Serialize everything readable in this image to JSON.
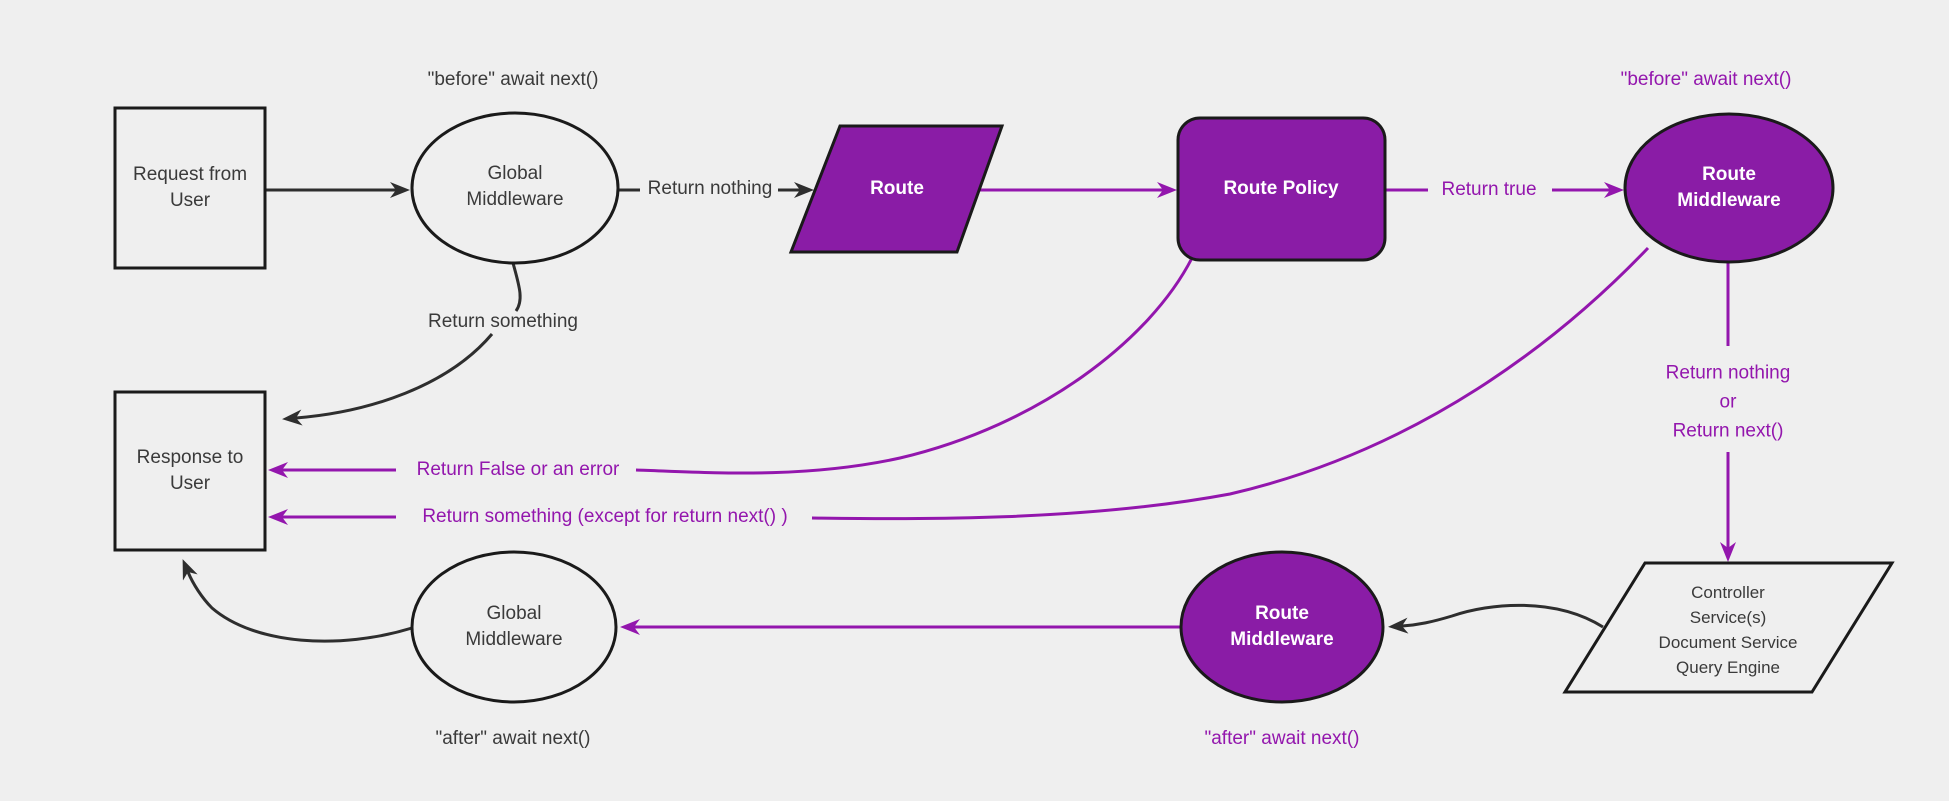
{
  "title": "Middleware request flow diagram",
  "colors": {
    "bg": "#efefef",
    "purple_fill": "#8a1ca6",
    "purple_ink": "#9316ad",
    "ink": "#3a3a3a",
    "edge_black": "#2e2e2e",
    "node_border": "#1a1a1a",
    "node_fill": "#efefef",
    "white": "#ffffff"
  },
  "nodes": {
    "request": {
      "label": "Request from User"
    },
    "global_middleware_top": {
      "label": "Global Middleware"
    },
    "route": {
      "label": "Route"
    },
    "route_policy": {
      "label": "Route Policy"
    },
    "route_middleware_top": {
      "label": "Route Middleware"
    },
    "controller": {
      "lines": [
        "Controller",
        "Service(s)",
        "Document Service",
        "Query Engine"
      ]
    },
    "route_middleware_bottom": {
      "label": "Route Middleware"
    },
    "global_middleware_bottom": {
      "label": "Global Middleware"
    },
    "response": {
      "label": "Response to User"
    }
  },
  "edge_labels": {
    "before_global": "\"before\" await next()",
    "before_route_middleware": "\"before\" await next()",
    "return_nothing": "Return nothing",
    "return_true": "Return true",
    "return_something": "Return something",
    "return_false_or_error": "Return False or an error",
    "return_something_except": "Return something (except for return next() )",
    "return_nothing_or": {
      "lines": [
        "Return nothing",
        "or",
        "Return next()"
      ]
    },
    "after_route_middleware": "\"after\" await next()",
    "after_global": "\"after\" await next()"
  }
}
